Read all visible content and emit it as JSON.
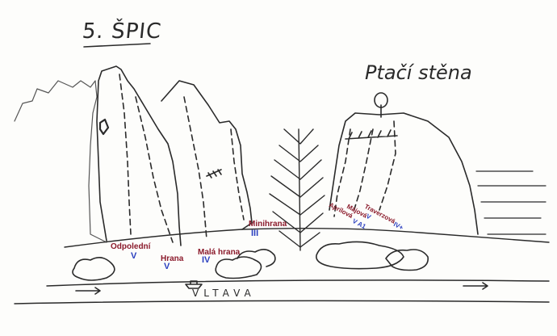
{
  "titles": {
    "left": "5. ŠPIC",
    "right": "Ptačí stěna"
  },
  "river": {
    "label": "VLTAVA"
  },
  "routes": [
    {
      "id": "odpoledni",
      "name": "Odpolední",
      "grade": "V"
    },
    {
      "id": "hrana",
      "name": "Hrana",
      "grade": "V"
    },
    {
      "id": "mala-hrana",
      "name": "Malá hrana",
      "grade": "IV"
    },
    {
      "id": "minihrana",
      "name": "Minihrana",
      "grade": "III"
    },
    {
      "id": "aprilova",
      "name": "Aprílová",
      "grade": "V A1"
    },
    {
      "id": "majova",
      "name": "Májová",
      "grade": "V"
    },
    {
      "id": "traverzova",
      "name": "Traverzová",
      "grade": "IV+"
    }
  ],
  "colors": {
    "route_name": "#8b1a2b",
    "grade": "#2a3fbf",
    "ink": "#2a2a2a"
  }
}
